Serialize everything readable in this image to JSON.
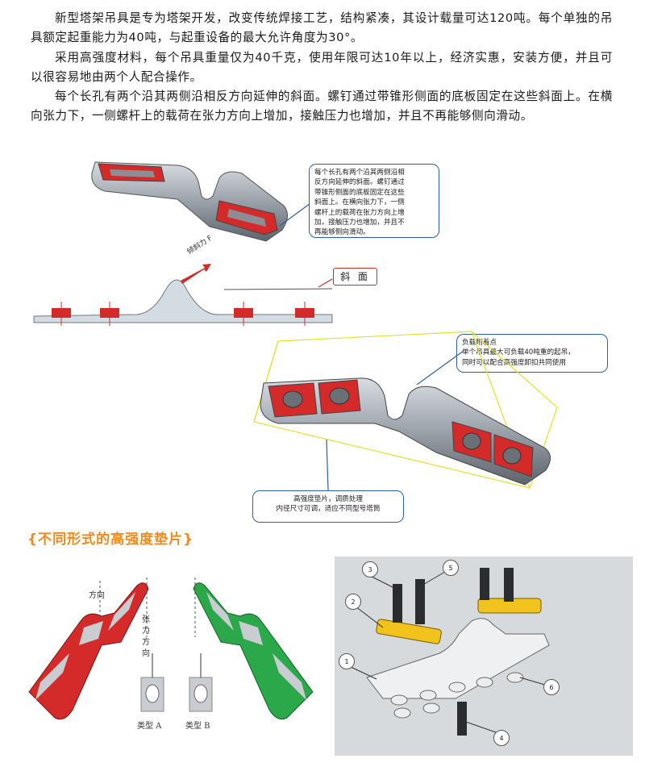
{
  "intro": {
    "p1": "新型塔架吊具是专为塔架开发，改变传统焊接工艺，结构紧凑，其设计载量可达120吨。每个单独的吊具额定起重能力为40吨，与起重设备的最大允许角度为30°。",
    "p2": "采用高强度材料，每个吊具重量仅为40千克，使用年限可达10年以上，经济实惠，安装方便，并且可以很容易地由两个人配合操作。",
    "p3": "每个长孔有两个沿其两侧沿相反方向延伸的斜面。螺钉通过带锥形侧面的底板固定在这些斜面上。在横向张力下，一侧螺杆上的载荷在张力方向上增加，接触压力也增加，并且不再能够侧向滑动。"
  },
  "callouts": {
    "slope_desc": [
      "每个长孔有两个沿其两侧沿相",
      "反方向延伸的斜面。螺钉通过",
      "带锥形侧面的底板固定在这些",
      "斜面上。在横向张力下，一侧",
      "螺杆上的载荷在张力方向上增",
      "加，接触压力也增加，并且不",
      "再能够侧向滑动。"
    ],
    "load_point": [
      "负载附着点",
      "单个吊具最大可负载40吨重的起吊，",
      "同时可以配合高强度卸扣共同使用"
    ],
    "washer": [
      "高强度垫片，调质处理",
      "内径尺寸可调，适应不同型号塔筒"
    ]
  },
  "diagram": {
    "force_label": "倾斜力 F",
    "slope_label": "斜 面"
  },
  "section": {
    "title": "{不同形式的高强度垫片}",
    "tension_dir_1": "方向",
    "tension_dir_2": [
      "张",
      "力",
      "方",
      "向"
    ],
    "type_a": "类型 A",
    "type_b": "类型 B"
  },
  "parts": [
    "1",
    "2",
    "3",
    "4",
    "5",
    "6"
  ],
  "colors": {
    "accent_red": "#d42a2a",
    "callout_blue": "#2d5fa8",
    "title_orange": "#f08a1c",
    "steel": "#b9bec4",
    "green": "#2aa84a",
    "yellow": "#f2c21d",
    "wireframe": "#e6e02a"
  }
}
